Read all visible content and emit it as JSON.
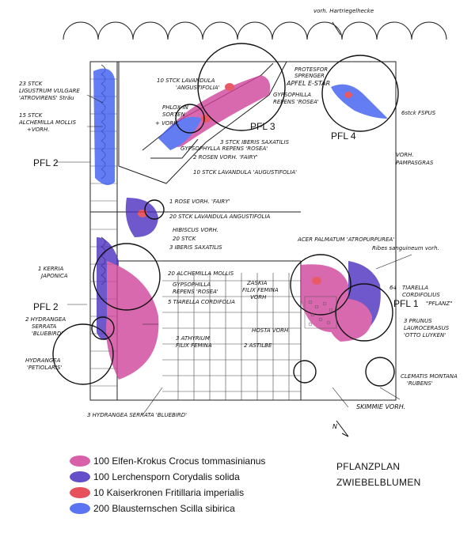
{
  "plan": {
    "hedge_label": "vorh. Hartriegelhecke",
    "pfl_labels": [
      "PFL 3",
      "PFL 4",
      "PFL 2",
      "PFL 2",
      "PFL 1"
    ],
    "pfl1_suffix": "\"PFLANZ\"",
    "annotations": {
      "ligustrum": [
        "23 STCK",
        "LIGUSTRUM VULGARE",
        "'ATROVIRENS' Sträu"
      ],
      "alchemilla_left": [
        "15 STCK",
        "ALCHEMILLA MOLLIS",
        "+VORH."
      ],
      "lavandula_top": [
        "10 STCK LAVANDULA",
        "'ANGUSTIFOLIA'"
      ],
      "phlox": [
        "PHLOX IN",
        "SORTEN"
      ],
      "vorh": "+ VORH.",
      "gypsophila_top": [
        "GYPSOPHILLA",
        "REPENS 'ROSEA'"
      ],
      "iberis_center": [
        "3 STCK IBERIS SAXATILIS"
      ],
      "gypsophila_center": "GYPSOPHYLLA REPENS 'ROSEA'",
      "rosen": "2 ROSEN VORH. 'FAIRY'",
      "lavandula_mid": "10 STCK LAVANDULA 'AUGUSTIFOLIA'",
      "apfel": [
        "PROTESFOR",
        "SPRENGER",
        "APFEL E-STAR"
      ],
      "fspus": "6stck FSPUS",
      "pampas": [
        "VORH.",
        "PAMPASGRAS"
      ],
      "rose_fairy": "1 ROSE VORH. 'FAIRY'",
      "lavandula_lower": "20 STCK LAVANDULA ANGUSTIFOLIA",
      "hibiscus": "HIBISCUS VORH.",
      "iberis_lower": [
        "20 STCK",
        "3 IBERIS SAXATILIS"
      ],
      "acer": "ACER PALMATUM 'ATROPURPUREA'",
      "ribes": "Ribes sanguineum vorh.",
      "kerria": [
        "1 KERRIA",
        "JAPONICA"
      ],
      "alchemilla_mid": "20 ALCHEMILLA MOLLIS",
      "gypsophila_mid": [
        "GYPSOPHILLA",
        "REPENS 'ROSEA'"
      ],
      "tiarella": "5 TIARELLA CORDIFOLIA",
      "zaskia": [
        "ZASKIA",
        "FILIX FEMINA",
        "VORH"
      ],
      "tiarella_right": [
        "TIARELLA",
        "CORDIFOLIUS"
      ],
      "pfl1_count": "64",
      "hydrangea_serrata": [
        "2 HYDRANGEA",
        "SERRATA",
        "'BLUEBIRD'"
      ],
      "prunus": [
        "3 PRUNUS",
        "LAUROCERASUS",
        "'OTTO LUYKEN'"
      ],
      "athyrium": [
        "3 ATHYRIUM",
        "FILIX FEMINA"
      ],
      "hosta": "HOSTA VORH.",
      "astilbe": "2 ASTILBE",
      "hydrangea_pet": [
        "HYDRANGEA",
        "'PETIOLARIS'"
      ],
      "clematis": [
        "CLEMATIS MONTANA",
        "'RUBENS'"
      ],
      "hydrangea_bottom": "3 HYDRANGEA SERRATA 'BLUEBIRD'",
      "skimmie": "SKIMMIE VORH.",
      "north": "N"
    }
  },
  "legend": {
    "colors": {
      "crocus": "#d0449a",
      "corydalis": "#4a2fbf",
      "fritillaria": "#e23240",
      "scilla": "#3d5cf0"
    },
    "items": [
      "100 Elfen-Krokus Crocus tommasinianus",
      "100 Lerchensporn Corydalis solida",
      "10 Kaiserkronen Fritillaria imperialis",
      "200 Blausternschen Scilla sibirica"
    ]
  },
  "title": {
    "line1": "PFLANZPLAN",
    "line2": "ZWIEBELBLUMEN"
  }
}
